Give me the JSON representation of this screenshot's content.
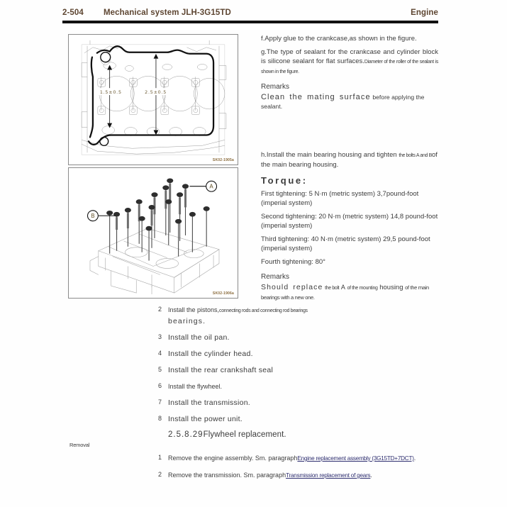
{
  "header": {
    "page_number": "2-504",
    "title": "Mechanical system JLH-3G15TD",
    "section": "Engine"
  },
  "figures": [
    {
      "name": "crankcase-sealant-figure",
      "code": "SK02-1905a",
      "labels": [
        "1.5±0.5",
        "2.5±0.5"
      ]
    },
    {
      "name": "main-bearing-housing-bolts-figure",
      "code": "SK02-1906a",
      "callouts": [
        "A",
        "B"
      ]
    }
  ],
  "text_blocks": {
    "step_f": "f.Apply glue to the crankcase,as shown in the figure.",
    "step_g_part1": "g.The type of sealant for the crankcase and cylinder block is silicone sealant for flat surfaces.",
    "step_g_part2": "Diameter of the roller of the sealant is shown in the figure.",
    "remarks_label_1": "Remarks",
    "remark_1_wide": "Clean      the mating      surface",
    "remark_1_tail": "before applying the sealant.",
    "step_h_line1": "h.Install the main bearing housing and tighten",
    "step_h_squeeze": "the bolts A and B",
    "step_h_line2": "of the main bearing housing.",
    "torque_label": "Torque:",
    "torque_first": "First tightening: 5 N·m (metric system) 3,7pound-foot (imperial system)",
    "torque_second": "Second tightening: 20 N·m (metric system) 14,8 pound-foot (imperial system)",
    "torque_third": "Third tightening: 40 N·m (metric system) 29,5 pound-foot (imperial system)",
    "torque_fourth": "Fourth tightening: 80°",
    "remarks_label_2": "Remarks",
    "remark_2_a": "Should    replace",
    "remark_2_b": "the bolt",
    "remark_2_c": "A",
    "remark_2_d": "of the mounting",
    "remark_2_e": "housing",
    "remark_2_f": "of the main bearings with a new one."
  },
  "install_steps": [
    {
      "num": "2",
      "text_main": "Install the pistons,",
      "text_squeezed": "connecting rods and connecting rod bearings",
      "text_tail": "bearings.",
      "style": "mixed"
    },
    {
      "num": "3",
      "text": "Install the oil pan.",
      "style": "wide"
    },
    {
      "num": "4",
      "text": "Install the cylinder head.",
      "style": "wide"
    },
    {
      "num": "5",
      "text": "Install the rear crankshaft seal",
      "style": "wide"
    },
    {
      "num": "6",
      "text": "Install the flywheel.",
      "style": "plain"
    },
    {
      "num": "7",
      "text": "Install the transmission.",
      "style": "wide"
    },
    {
      "num": "8",
      "text": "Install the power unit.",
      "style": "wide"
    }
  ],
  "section": {
    "number": "2.5.8.29",
    "title": "Flywheel replacement.",
    "subheading": "Removal"
  },
  "removal_steps": [
    {
      "num": "1",
      "lead": "Remove the engine assembly. Sm. paragraph",
      "link": "Engine replacement assembly (3G15TD+7DCT)",
      "tail": "."
    },
    {
      "num": "2",
      "lead": "Remove the transmission. Sm. paragraph",
      "link": "Transmission replacement of gears",
      "tail": "."
    }
  ],
  "colors": {
    "header_text": "#5e4632",
    "body_text": "#3c3c3c",
    "link": "#2f2f70",
    "fig_code": "#8a6a3a",
    "rule": "#111111"
  }
}
